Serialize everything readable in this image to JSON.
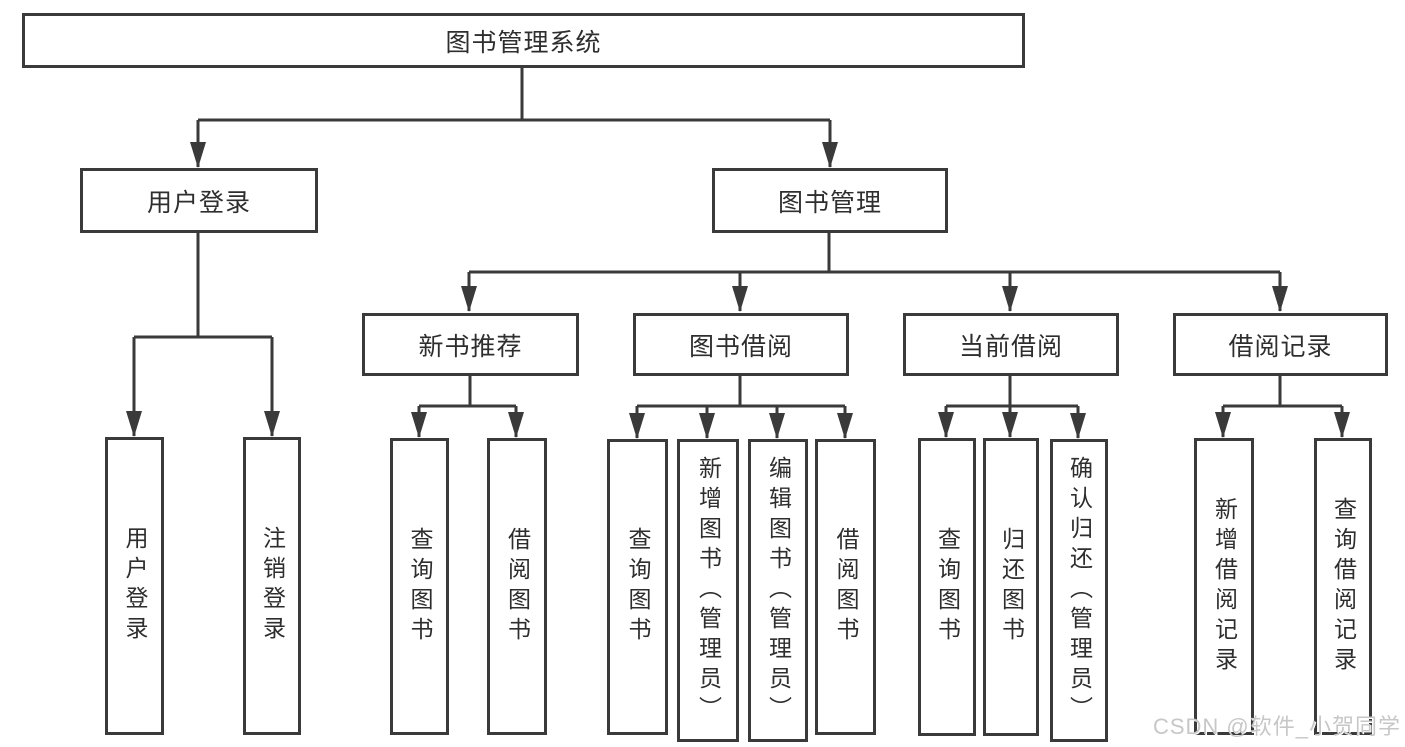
{
  "diagram": {
    "root": {
      "label": "图书管理系统"
    },
    "level2": [
      {
        "label": "用户登录"
      },
      {
        "label": "图书管理"
      }
    ],
    "level3": [
      {
        "label": "新书推荐"
      },
      {
        "label": "图书借阅"
      },
      {
        "label": "当前借阅"
      },
      {
        "label": "借阅记录"
      }
    ],
    "leaves": {
      "user_login": [
        "用户登录",
        "注销登录"
      ],
      "new_book_recommend": [
        "查询图书",
        "借阅图书"
      ],
      "book_borrowing": [
        "查询图书",
        "新增图书（管理员）",
        "编辑图书（管理员）",
        "借阅图书"
      ],
      "current_borrowing": [
        "查询图书",
        "归还图书",
        "确认归还（管理员）"
      ],
      "borrowing_records": [
        "新增借阅记录",
        "查询借阅记录"
      ]
    },
    "watermark": "CSDN @软件_小贺同学",
    "colors": {
      "line": "#3a3a3a",
      "text": "#2e2e2e",
      "watermark": "#c7c7c7"
    }
  }
}
